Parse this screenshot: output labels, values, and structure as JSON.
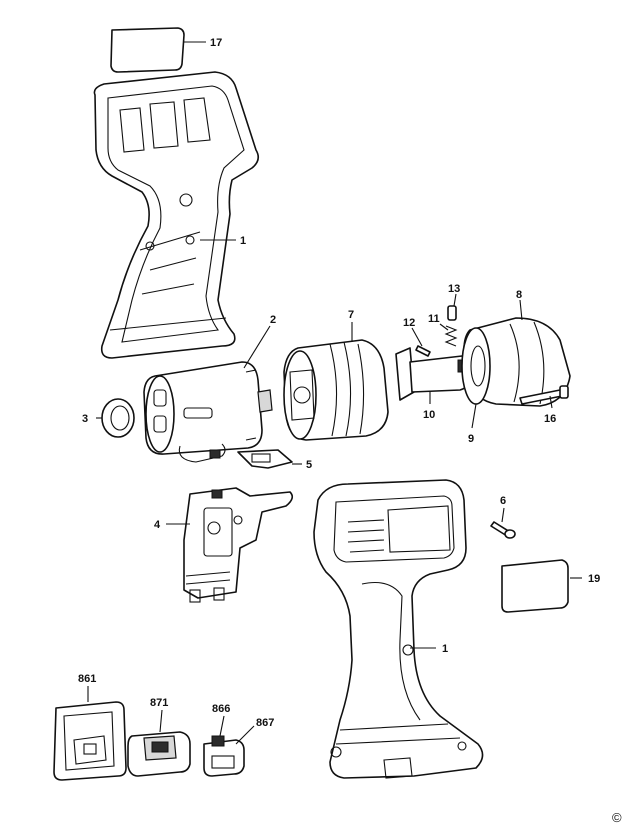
{
  "callouts": {
    "c17": "17",
    "c1_top": "1",
    "c2": "2",
    "c7": "7",
    "c13": "13",
    "c8": "8",
    "c12": "12",
    "c11": "11",
    "c3": "3",
    "c10": "10",
    "c9": "9",
    "c16": "16",
    "c5": "5",
    "c4": "4",
    "c6": "6",
    "c19": "19",
    "c1_bottom": "1",
    "c861": "861",
    "c871": "871",
    "c866": "866",
    "c867": "867"
  },
  "copyright": "©"
}
